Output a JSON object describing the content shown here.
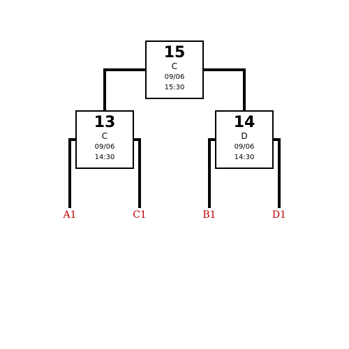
{
  "colors": {
    "line": "#000000",
    "team": "#c00000"
  },
  "matches": {
    "final": {
      "number": "15",
      "venue": "C",
      "date": "09/06",
      "time": "15:30"
    },
    "left": {
      "number": "13",
      "venue": "C",
      "date": "09/06",
      "time": "14:30"
    },
    "right": {
      "number": "14",
      "venue": "D",
      "date": "09/06",
      "time": "14:30"
    }
  },
  "teams": [
    "A1",
    "C1",
    "B1",
    "D1"
  ]
}
